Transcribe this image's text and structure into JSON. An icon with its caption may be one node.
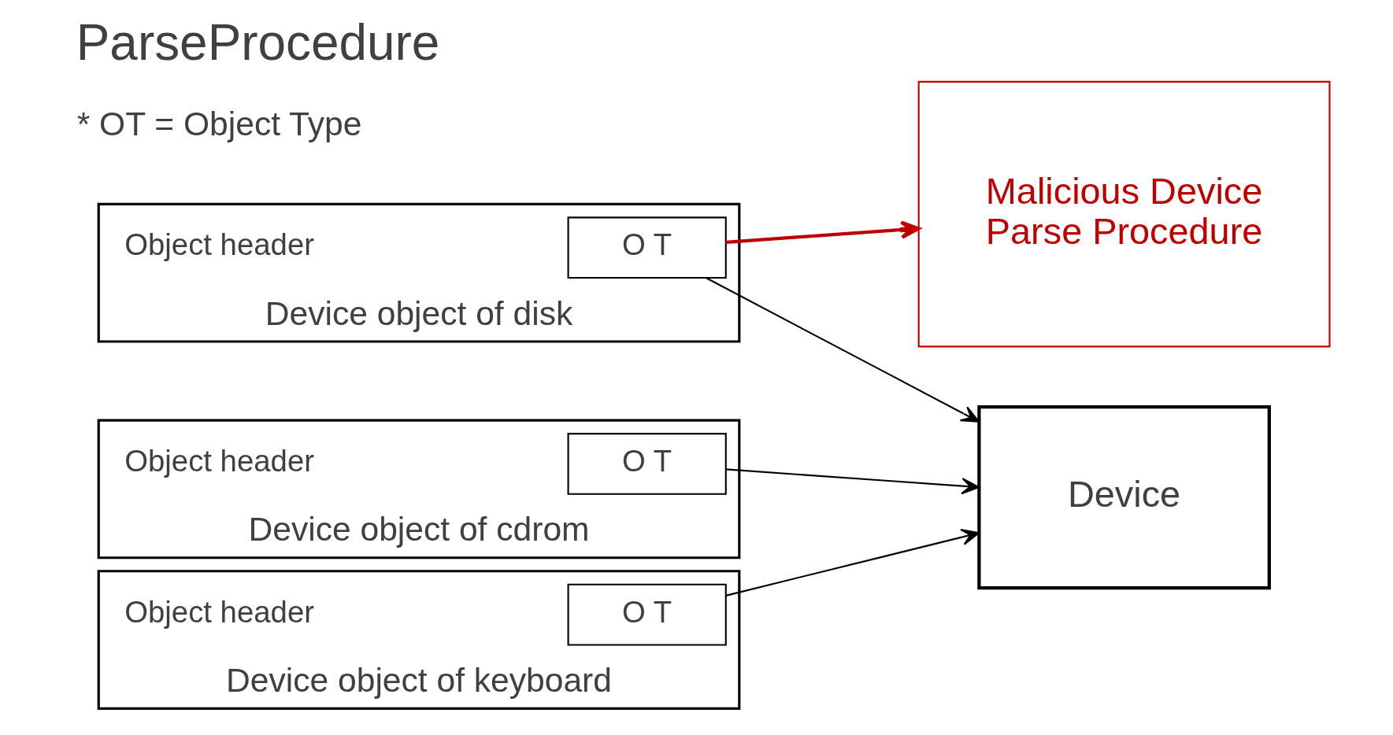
{
  "diagram": {
    "title": "ParseProcedure",
    "nodes": [
      {
        "text": [
          "Device object of disk"
        ],
        "beside": [
          "Object header"
        ]
      },
      {
        "text": [
          "O T"
        ],
        "in": 0
      },
      {
        "text": [
          "Device object of cdrom"
        ],
        "beside": [
          "Object header"
        ]
      },
      {
        "text": [
          "O T"
        ],
        "in": 2
      },
      {
        "text": [
          "Device object of keyboard"
        ],
        "beside": [
          "Object header"
        ]
      },
      {
        "text": [
          "O T"
        ],
        "in": 4
      },
      {
        "text": [
          "Device"
        ]
      },
      {
        "text": [
          "Malicious Device",
          "Parse Procedure"
        ]
      }
    ],
    "edges": [
      {
        "from": 1,
        "to": 6,
        "arrow": "to"
      },
      {
        "from": 3,
        "to": 6,
        "arrow": "to"
      },
      {
        "from": 5,
        "to": 6,
        "arrow": "to"
      },
      {
        "from": 1,
        "to": 7,
        "arrow": "to",
        "color": "#c00000"
      }
    ],
    "labels": [
      "* OT = Object Type"
    ]
  }
}
